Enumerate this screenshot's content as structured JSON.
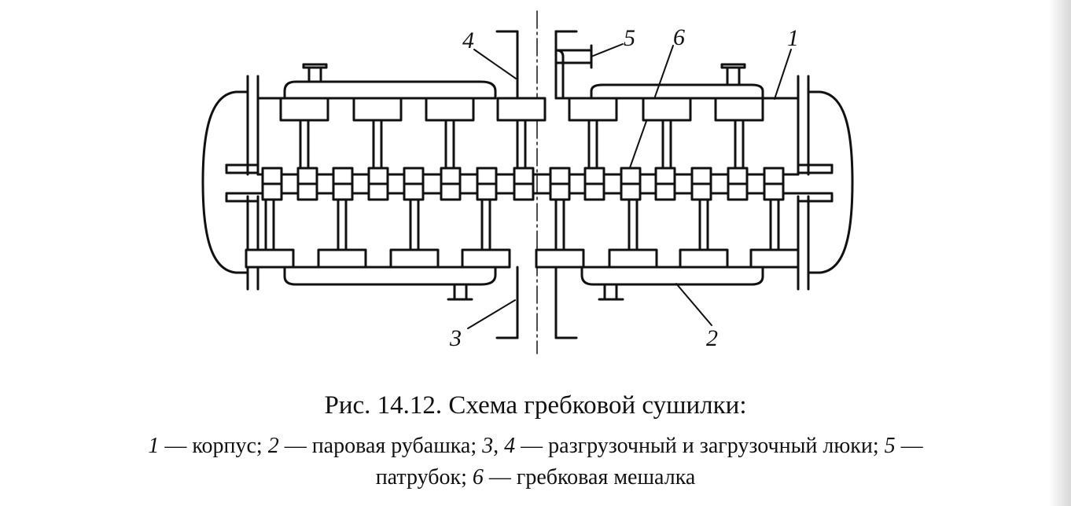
{
  "figure": {
    "labels": {
      "l1": "1",
      "l2": "2",
      "l3": "3",
      "l4": "4",
      "l5": "5",
      "l6": "6"
    }
  },
  "caption": {
    "title": "Рис. 14.12. Схема гребковой сушилки:",
    "legend": [
      {
        "num": "1",
        "text": " — корпус; "
      },
      {
        "num": "2",
        "text": " — паровая рубашка; "
      },
      {
        "num": "3",
        "text": ", "
      },
      {
        "num": "4",
        "text": " — разгрузочный и загрузочный люки; "
      },
      {
        "num": "5",
        "text": " —"
      },
      {
        "num": "",
        "text": " патрубок; "
      },
      {
        "num": "6",
        "text": " — гребковая мешалка"
      }
    ]
  }
}
